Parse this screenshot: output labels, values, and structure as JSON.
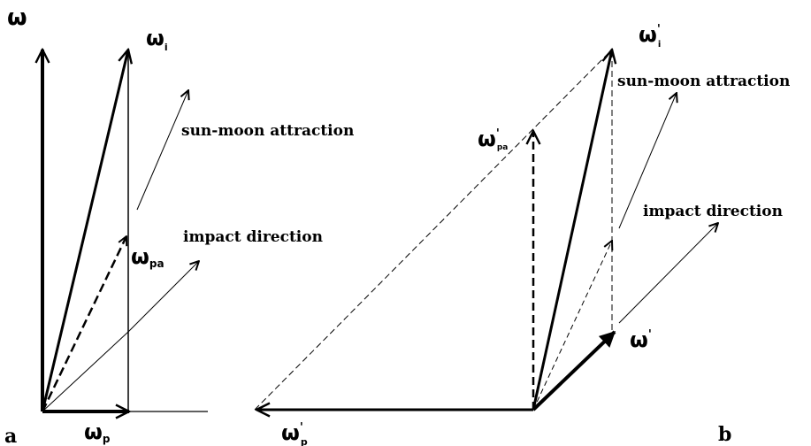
{
  "panel_a": {
    "letter": "a",
    "omega": "ω",
    "omega_i": {
      "base": "ω",
      "sub": "i"
    },
    "omega_pa": {
      "base": "ω",
      "sub": "pa"
    },
    "omega_p": {
      "base": "ω",
      "sub": "p"
    },
    "sun_moon": "sun-moon attraction",
    "impact": "impact direction"
  },
  "panel_b": {
    "letter": "b",
    "omega_i": {
      "base": "ω",
      "sup": "'",
      "sub": "i"
    },
    "omega_pa": {
      "base": "ω",
      "sup": "'",
      "sub": "pa"
    },
    "omega_p": {
      "base": "ω",
      "sup": "'",
      "sub": "p"
    },
    "omega_prime": {
      "base": "ω",
      "sup": "'"
    },
    "sun_moon": "sun-moon attraction",
    "impact": "impact direction"
  }
}
